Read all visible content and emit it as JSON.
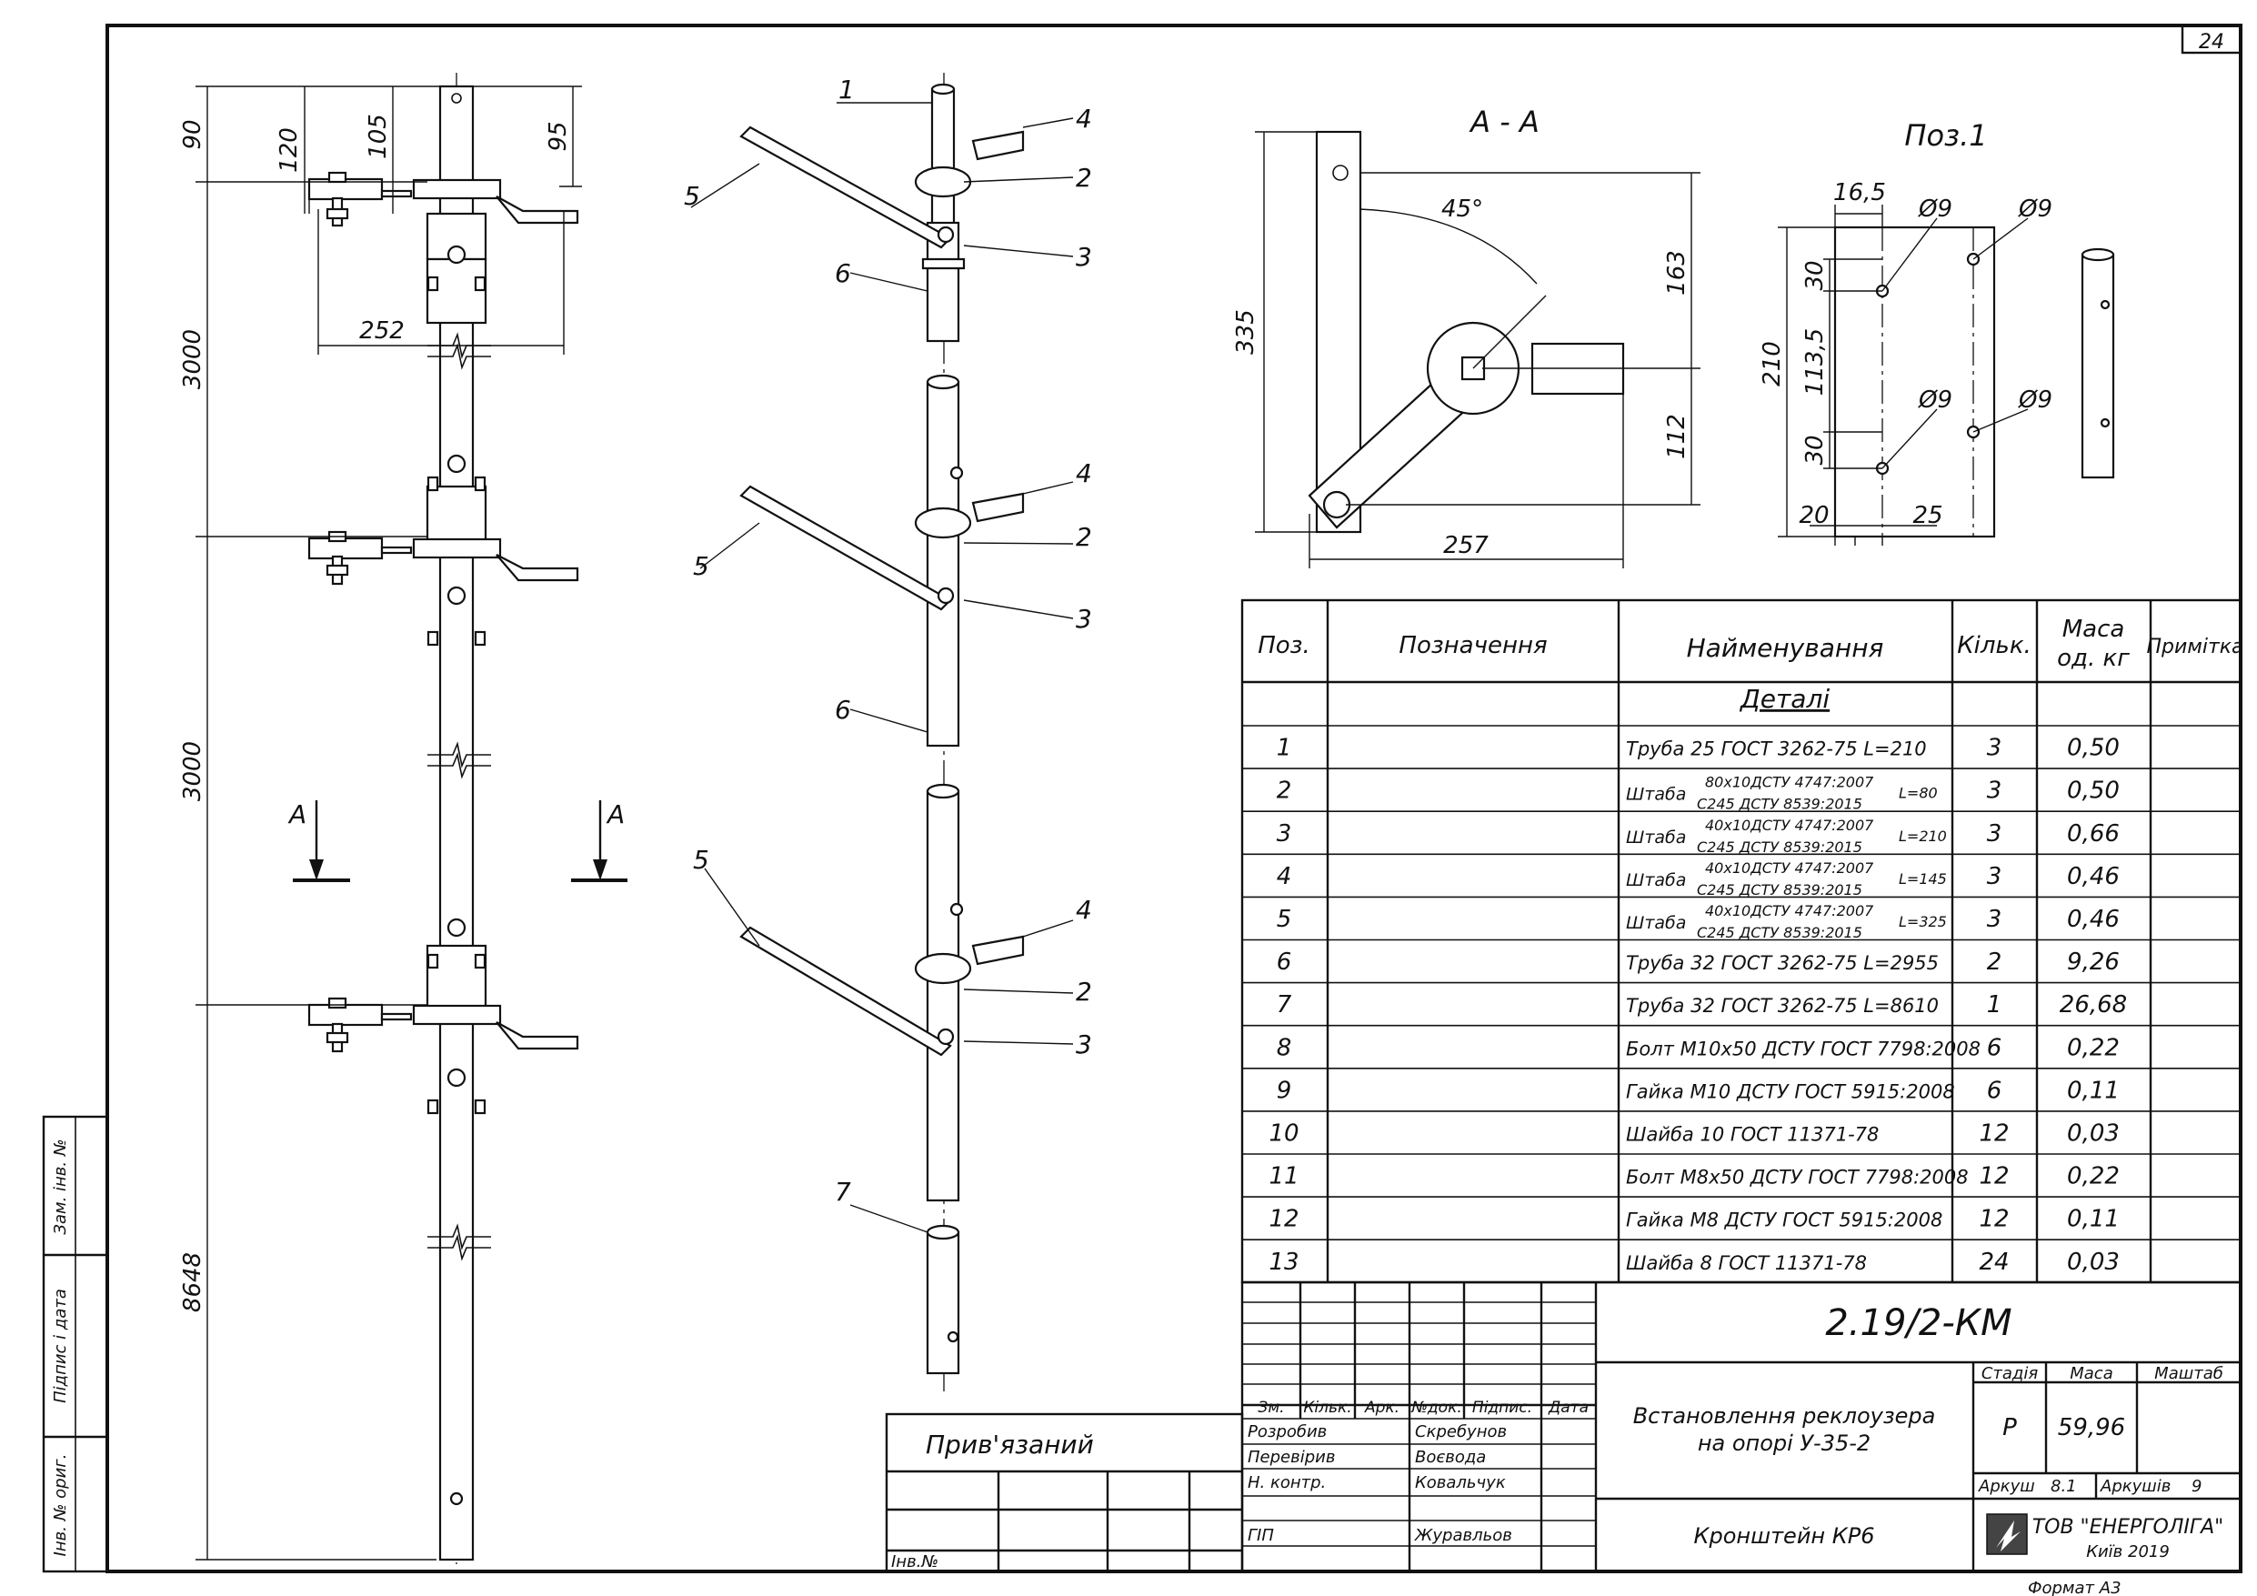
{
  "sheet": {
    "page_number": "24",
    "format_label": "Формат А3"
  },
  "views": {
    "section_title": "А - А",
    "pos1_title": "Поз.1",
    "section_marker_left": "А",
    "section_marker_right": "А"
  },
  "dims_elevation": {
    "d90": "90",
    "d120": "120",
    "d105": "105",
    "d95": "95",
    "d252": "252",
    "d3000_top": "3000",
    "d3000_mid": "3000",
    "d8648": "8648"
  },
  "dims_section": {
    "angle": "45°",
    "h335": "335",
    "h163": "163",
    "h112": "112",
    "w257": "257"
  },
  "dims_pos1": {
    "d16_5": "16,5",
    "hole_tl": "Ø9",
    "hole_tr": "Ø9",
    "hole_bl": "Ø9",
    "hole_br": "Ø9",
    "h210": "210",
    "h30_top": "30",
    "h113_5": "113,5",
    "h30_bot": "30",
    "w20": "20",
    "w25": "25"
  },
  "iso_labels": [
    "1",
    "4",
    "5",
    "2",
    "6",
    "3",
    "4",
    "5",
    "2",
    "3",
    "6",
    "5",
    "4",
    "2",
    "3",
    "7"
  ],
  "spec_table": {
    "headers": {
      "pos": "Поз.",
      "designation": "Позначення",
      "name": "Найменування",
      "qty": "Кільк.",
      "mass_line1": "Маса",
      "mass_line2": "од. кг",
      "note": "Примітка"
    },
    "section_title": "Деталі",
    "rows": [
      {
        "pos": "1",
        "name": "Труба  25  ГОСТ  3262-75  L=210",
        "qty": "3",
        "mass": "0,50"
      },
      {
        "pos": "2",
        "pre": "Штаба",
        "top": "80х10ДСТУ 4747:2007",
        "bottom": "С245  ДСТУ 8539:2015",
        "post": "L=80",
        "qty": "3",
        "mass": "0,50"
      },
      {
        "pos": "3",
        "pre": "Штаба",
        "top": "40х10ДСТУ 4747:2007",
        "bottom": "С245  ДСТУ 8539:2015",
        "post": "L=210",
        "qty": "3",
        "mass": "0,66"
      },
      {
        "pos": "4",
        "pre": "Штаба",
        "top": "40х10ДСТУ 4747:2007",
        "bottom": "С245  ДСТУ 8539:2015",
        "post": "L=145",
        "qty": "3",
        "mass": "0,46"
      },
      {
        "pos": "5",
        "pre": "Штаба",
        "top": "40х10ДСТУ 4747:2007",
        "bottom": "С245  ДСТУ 8539:2015",
        "post": "L=325",
        "qty": "3",
        "mass": "0,46"
      },
      {
        "pos": "6",
        "name": "Труба  32  ГОСТ  3262-75  L=2955",
        "qty": "2",
        "mass": "9,26"
      },
      {
        "pos": "7",
        "name": "Труба  32  ГОСТ  3262-75  L=8610",
        "qty": "1",
        "mass": "26,68"
      },
      {
        "pos": "8",
        "name": "Болт  М10х50  ДСТУ ГОСТ  7798:2008",
        "qty": "6",
        "mass": "0,22"
      },
      {
        "pos": "9",
        "name": "Гайка  М10  ДСТУ ГОСТ  5915:2008",
        "qty": "6",
        "mass": "0,11"
      },
      {
        "pos": "10",
        "name": "Шайба  10  ГОСТ  11371-78",
        "qty": "12",
        "mass": "0,03"
      },
      {
        "pos": "11",
        "name": "Болт  М8х50  ДСТУ ГОСТ  7798:2008",
        "qty": "12",
        "mass": "0,22"
      },
      {
        "pos": "12",
        "name": "Гайка  М8  ДСТУ ГОСТ  5915:2008",
        "qty": "12",
        "mass": "0,11"
      },
      {
        "pos": "13",
        "name": "Шайба  8  ГОСТ  11371-78",
        "qty": "24",
        "mass": "0,03"
      }
    ]
  },
  "title_block": {
    "doc_code": "2.19/2-КМ",
    "rev_headers": [
      "Зм.",
      "Кільк.",
      "Арк.",
      "№док.",
      "Підпис.",
      "Дата"
    ],
    "roles": [
      {
        "role": "Розробив",
        "name": "Скребунов"
      },
      {
        "role": "Перевірив",
        "name": "Воєвода"
      },
      {
        "role": "Н. контр.",
        "name": "Ковальчук"
      },
      {
        "role": "ГІП",
        "name": "Журавльов"
      }
    ],
    "title": "Встановлення реклоузера на опорі У-35-2",
    "title_line1": "Встановлення реклоузера",
    "title_line2": "на опорі У-35-2",
    "drawing_name": "Кронштейн КР6",
    "stage_label": "Стадія",
    "mass_label": "Маса",
    "scale_label": "Маштаб",
    "stage": "Р",
    "mass": "59,96",
    "sheet_label": "Аркуш",
    "sheet": "8.1",
    "sheets_label": "Аркушів",
    "sheets": "9",
    "company": "ТОВ  \"ЕНЕРГОЛІГА\"",
    "city_year": "Київ  2019"
  },
  "linked_block": {
    "title": "Прив'язаний",
    "inv_label": "Інв.№"
  },
  "side_stamp": {
    "zam_inv": "Зам. інв. №",
    "sign_date": "Підпис і дата",
    "inv_orig": "Інв. № ориг."
  }
}
